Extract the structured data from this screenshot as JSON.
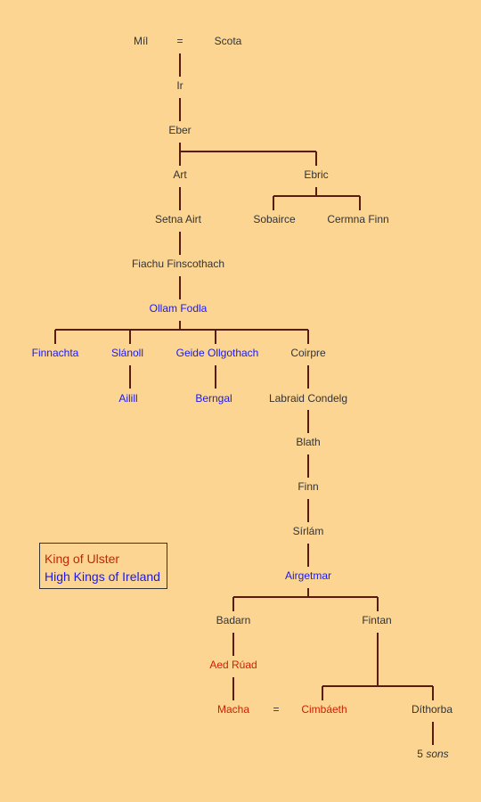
{
  "colors": {
    "background": "#fcd593",
    "normal": "#333333",
    "king_of_ulster": "#cc2200",
    "high_king": "#1a1aee",
    "line": "#5a1a0c"
  },
  "legend": {
    "king_of_ulster": "King of Ulster",
    "high_kings": "High Kings of Ireland"
  },
  "people": {
    "mil": {
      "label": "Míl",
      "kind": "normal"
    },
    "scota": {
      "label": "Scota",
      "kind": "normal"
    },
    "ir": {
      "label": "Ir",
      "kind": "normal"
    },
    "eber": {
      "label": "Eber",
      "kind": "normal"
    },
    "art": {
      "label": "Art",
      "kind": "normal"
    },
    "ebric": {
      "label": "Ebric",
      "kind": "normal"
    },
    "setna_airt": {
      "label": "Setna Airt",
      "kind": "normal"
    },
    "sobairce": {
      "label": "Sobairce",
      "kind": "normal"
    },
    "cermna_finn": {
      "label": "Cermna Finn",
      "kind": "normal"
    },
    "fiachu": {
      "label": "Fiachu Finscothach",
      "kind": "normal"
    },
    "ollam_fodla": {
      "label": "Ollam Fodla",
      "kind": "high_king"
    },
    "finnachta": {
      "label": "Finnachta",
      "kind": "high_king"
    },
    "slanoll": {
      "label": "Slánoll",
      "kind": "high_king"
    },
    "geide": {
      "label": "Geide Ollgothach",
      "kind": "high_king"
    },
    "coirpre": {
      "label": "Coirpre",
      "kind": "normal"
    },
    "ailill": {
      "label": "Ailill",
      "kind": "high_king"
    },
    "berngal": {
      "label": "Berngal",
      "kind": "high_king"
    },
    "labraid": {
      "label": "Labraid Condelg",
      "kind": "normal"
    },
    "blath": {
      "label": "Blath",
      "kind": "normal"
    },
    "finn": {
      "label": "Finn",
      "kind": "normal"
    },
    "sirlam": {
      "label": "Sírlám",
      "kind": "normal"
    },
    "airgetmar": {
      "label": "Airgetmar",
      "kind": "high_king"
    },
    "badarn": {
      "label": "Badarn",
      "kind": "normal"
    },
    "fintan": {
      "label": "Fintan",
      "kind": "normal"
    },
    "aed_ruad": {
      "label": "Aed Rúad",
      "kind": "king_of_ulster"
    },
    "macha": {
      "label": "Macha",
      "kind": "king_of_ulster"
    },
    "cimbaeth": {
      "label": "Cimbáeth",
      "kind": "king_of_ulster"
    },
    "dithorba": {
      "label": "Díthorba",
      "kind": "normal"
    },
    "five_sons": {
      "label": "5 sons",
      "num": "5",
      "word": "sons",
      "kind": "normal"
    }
  },
  "marriages": [
    {
      "a": "mil",
      "b": "scota",
      "symbol": "="
    },
    {
      "a": "macha",
      "b": "cimbaeth",
      "symbol": "="
    }
  ]
}
